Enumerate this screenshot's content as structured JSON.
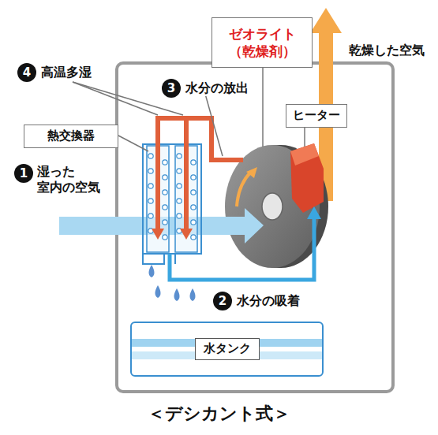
{
  "diagram": {
    "caption": "＜デシカント式＞",
    "nodes": [
      {
        "text": [
          "ゼオライト（乾燥剤）"
        ]
      },
      {
        "text": [
          "ヒーター"
        ]
      },
      {
        "text": [
          "熱交換器"
        ]
      },
      {
        "text": [
          "水タンク"
        ]
      }
    ],
    "labels": [
      "4",
      "高温多湿",
      "3",
      "水分の放出",
      "1",
      "湿った 室内の空気",
      "2",
      "水分の吸着",
      "乾燥した空気"
    ]
  }
}
